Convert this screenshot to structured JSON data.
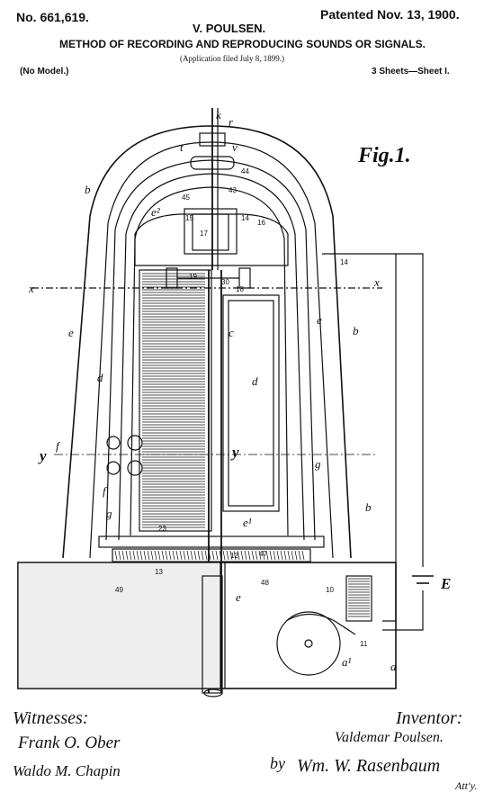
{
  "header": {
    "patent_no": "No. 661,619.",
    "inventor_name": "V. POULSEN.",
    "patented_date": "Patented Nov. 13, 1900.",
    "title": "METHOD OF RECORDING AND REPRODUCING SOUNDS OR SIGNALS.",
    "application": "(Application filed July 8, 1899.)",
    "model": "(No Model.)",
    "sheets": "3 Sheets—Sheet I."
  },
  "figure": {
    "label": "Fig.1.",
    "letters": {
      "k": "k",
      "r": "r",
      "t": "t",
      "v": "v",
      "b_top": "b",
      "b_right": "b",
      "b_right2": "b",
      "e2": "e²",
      "x_left": "x",
      "x_right": "x",
      "e_left": "e",
      "e_right": "e",
      "c": "c",
      "d_left": "d",
      "d_right": "d",
      "y_left": "y",
      "y_right": "y",
      "f_upper": "f",
      "f_lower": "f",
      "g_left": "g",
      "g_right": "g",
      "e1": "e¹",
      "e_bottom": "e",
      "a1": "a¹",
      "a": "a",
      "E": "E"
    },
    "numbers": {
      "n44": "44",
      "n43": "43",
      "n45": "45",
      "n15": "15",
      "n14": "14",
      "n16": "16",
      "n17": "17",
      "n19": "19",
      "n18": "18",
      "n30": "30",
      "n14b": "14",
      "n23": "23",
      "n12": "12",
      "n47": "47",
      "n48": "48",
      "n49": "49",
      "n13": "13",
      "n10": "10",
      "n11": "11"
    }
  },
  "footer": {
    "witnesses_label": "Witnesses:",
    "witness1": "Frank O. Ober",
    "witness2": "Waldo M. Chapin",
    "inventor_label": "Inventor:",
    "inventor_sig": "Valdemar Poulsen.",
    "by": "by",
    "attorney_sig": "Wm. W. Rasenbaum",
    "atty": "Att'y."
  }
}
